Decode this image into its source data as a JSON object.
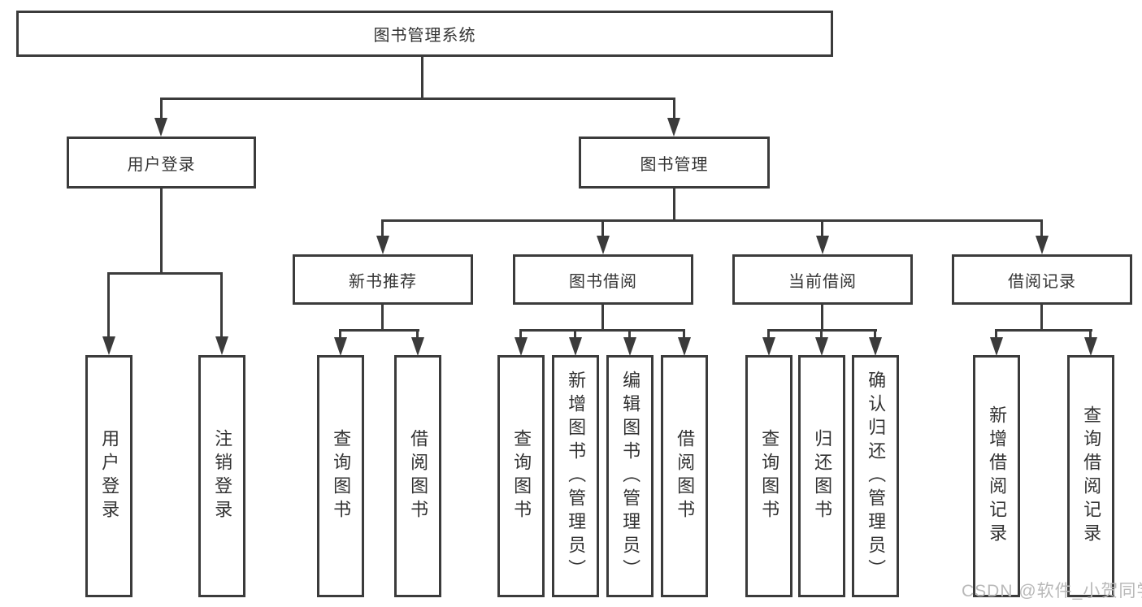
{
  "tree": {
    "root": {
      "label": "图书管理系统",
      "children": [
        {
          "label": "用户登录",
          "children": [
            {
              "label": "用户登录"
            },
            {
              "label": "注销登录"
            }
          ]
        },
        {
          "label": "图书管理",
          "children": [
            {
              "label": "新书推荐",
              "children": [
                {
                  "label": "查询图书"
                },
                {
                  "label": "借阅图书"
                }
              ]
            },
            {
              "label": "图书借阅",
              "children": [
                {
                  "label": "查询图书"
                },
                {
                  "label": "新增图书（管理员）"
                },
                {
                  "label": "编辑图书（管理员）"
                },
                {
                  "label": "借阅图书"
                }
              ]
            },
            {
              "label": "当前借阅",
              "children": [
                {
                  "label": "查询图书"
                },
                {
                  "label": "归还图书"
                },
                {
                  "label": "确认归还（管理员）"
                }
              ]
            },
            {
              "label": "借阅记录",
              "children": [
                {
                  "label": "新增借阅记录"
                },
                {
                  "label": "查询借阅记录"
                }
              ]
            }
          ]
        }
      ]
    }
  },
  "watermark": {
    "text": "CSDN @软件_小贺同学",
    "color": "#b9b9b9"
  },
  "colors": {
    "line": "#3b3b3b",
    "text": "#333333",
    "box_background": "#ffffff",
    "page_background": "#ffffff"
  }
}
